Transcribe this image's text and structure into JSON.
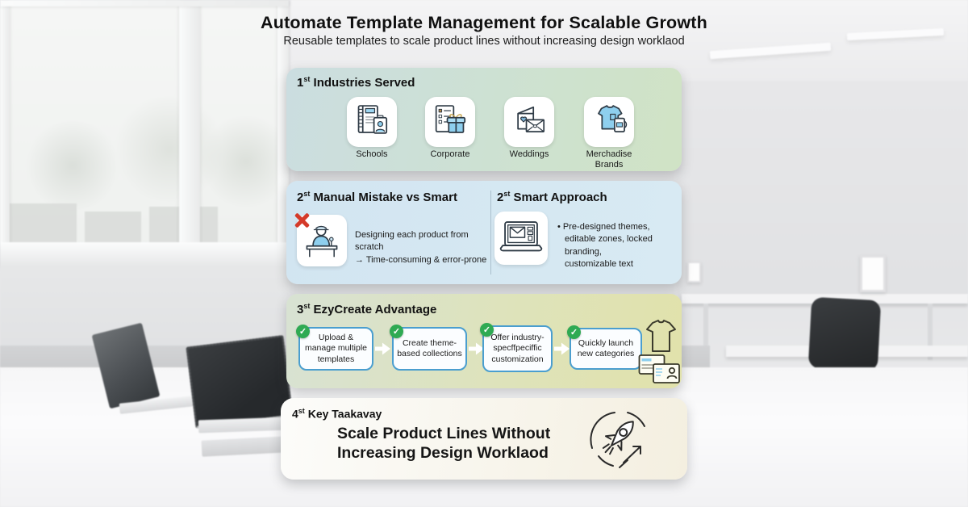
{
  "header": {
    "title": "Automate Template Management for Scalable Growth",
    "subtitle": "Reusable templates to scale product lines without increasing design worklaod"
  },
  "colors": {
    "accent_blue_border": "#4a9ecf",
    "check_green": "#2faa53",
    "error_red": "#d43a2a",
    "icon_blue_fill": "#8ecfee",
    "panel1_tint": "#cde1d3",
    "panel2_tint": "#d5e8f2",
    "panel3_tint": "#dee3bb",
    "panel4_tint": "#f6f1e2"
  },
  "panels": {
    "industries": {
      "ordinal": "1",
      "ordinal_suffix": "st",
      "title": "Industries Served",
      "items": [
        {
          "label": "Schools",
          "icon": "notebook-id-badge-icon"
        },
        {
          "label": "Corporate",
          "icon": "checklist-gift-icon"
        },
        {
          "label": "Weddings",
          "icon": "greeting-card-envelope-icon"
        },
        {
          "label": "Merchadise Brands",
          "icon": "tshirt-mug-icon"
        }
      ]
    },
    "manual": {
      "ordinal": "2",
      "ordinal_suffix": "st",
      "title": "Manual Mistake vs Smart",
      "icon": "worker-at-desk-icon",
      "error_icon": "red-x-icon",
      "line1": "Designing each product from scratch",
      "line2": "→ Time-consuming & error-prone"
    },
    "smart": {
      "ordinal": "2",
      "ordinal_suffix": "st",
      "title": "Smart Approach",
      "icon": "laptop-email-icon",
      "bullet": "•",
      "lines": [
        "Pre-designed themes,",
        "editable zones, locked branding,",
        "customizable text"
      ]
    },
    "advantage": {
      "ordinal": "3",
      "ordinal_suffix": "st",
      "title": "EzyCreate Advantage",
      "check_icon": "check-icon",
      "arrow_icon": "flow-arrow-icon",
      "steps": [
        {
          "label": "Upload & manage multiple templates"
        },
        {
          "label": "Create theme-based collections"
        },
        {
          "label": "Offer industry-specffpeciffic customization"
        },
        {
          "label": "Quickly launch new categories"
        }
      ],
      "side_icons": [
        "tshirt-outline-icon",
        "id-cards-icon"
      ]
    },
    "takeaway": {
      "ordinal": "4",
      "ordinal_suffix": "st",
      "title": "Key Taakavay",
      "line1": "Scale Product Lines Without",
      "line2": "Increasing Design Worklaod",
      "icon": "rocket-icon"
    }
  }
}
